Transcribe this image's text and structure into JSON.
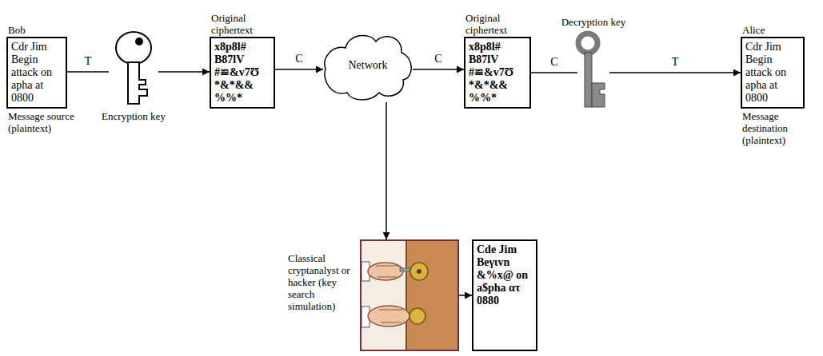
{
  "diagram": {
    "nodes": [
      {
        "text": [
          "Bob",
          "Cdr Jim Begin attack on apha at 0800",
          "Message source (plaintext)"
        ]
      },
      {
        "text": [
          "Encryption key"
        ]
      },
      {
        "text": [
          "Original ciphertext",
          "x8p8l# B87lV #≌&v7Ʊ *&*&& %%*"
        ]
      },
      {
        "text": [
          "Network"
        ]
      },
      {
        "text": [
          "Original ciphertext",
          "x8p8l# B87lV #≌&v7Ʊ *&*&& %%*"
        ]
      },
      {
        "text": [
          "Decryption key"
        ]
      },
      {
        "text": [
          "Alice",
          "Cdr Jim Begin attack on apha at 0800",
          "Message destination (plaintext)"
        ]
      },
      {
        "text": [
          "Classical cryptanalyst or hacker (key search simulation)"
        ]
      },
      {
        "text": [
          "Cde Jim Beγιvn &%x@ on a$pha ατ 0880"
        ]
      }
    ],
    "edges": [
      {
        "from": 0,
        "to": 1,
        "label": "T",
        "arrow": "none"
      },
      {
        "from": 1,
        "to": 2,
        "arrow": "to"
      },
      {
        "from": 2,
        "to": 3,
        "label": "C",
        "arrow": "to"
      },
      {
        "from": 3,
        "to": 4,
        "label": "C",
        "arrow": "to"
      },
      {
        "from": 4,
        "to": 5,
        "label": "C",
        "arrow": "none"
      },
      {
        "from": 5,
        "to": 6,
        "label": "T",
        "arrow": "to"
      },
      {
        "from": 3,
        "to": 7,
        "arrow": "to"
      },
      {
        "from": 7,
        "to": 8,
        "arrow": "to"
      }
    ]
  }
}
